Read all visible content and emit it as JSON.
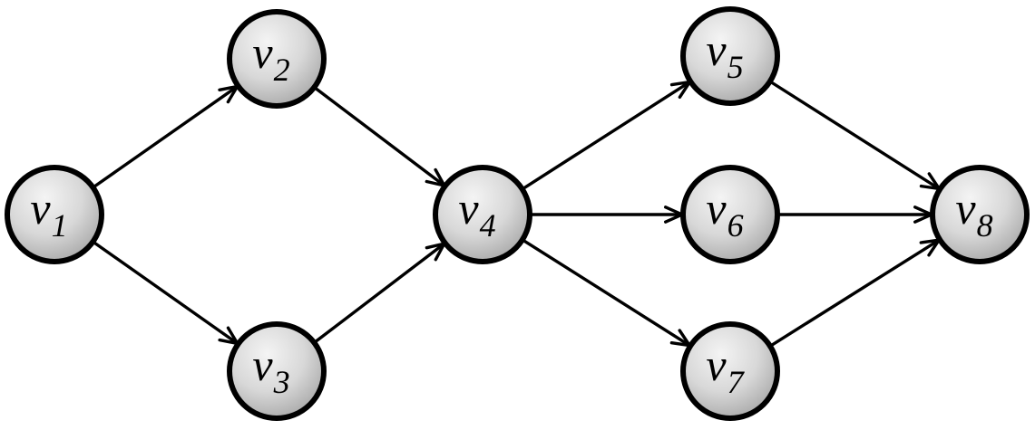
{
  "diagram": {
    "type": "directed-graph",
    "node_fill_light": "#f4f4f4",
    "node_fill_dark": "#a9a9a9",
    "stroke_color": "#000000",
    "nodes": [
      {
        "id": "v1",
        "var": "v",
        "sub": "1"
      },
      {
        "id": "v2",
        "var": "v",
        "sub": "2"
      },
      {
        "id": "v3",
        "var": "v",
        "sub": "3"
      },
      {
        "id": "v4",
        "var": "v",
        "sub": "4"
      },
      {
        "id": "v5",
        "var": "v",
        "sub": "5"
      },
      {
        "id": "v6",
        "var": "v",
        "sub": "6"
      },
      {
        "id": "v7",
        "var": "v",
        "sub": "7"
      },
      {
        "id": "v8",
        "var": "v",
        "sub": "8"
      }
    ],
    "edges": [
      {
        "from": "v1",
        "to": "v2"
      },
      {
        "from": "v1",
        "to": "v3"
      },
      {
        "from": "v2",
        "to": "v4"
      },
      {
        "from": "v3",
        "to": "v4"
      },
      {
        "from": "v4",
        "to": "v5"
      },
      {
        "from": "v4",
        "to": "v6"
      },
      {
        "from": "v4",
        "to": "v7"
      },
      {
        "from": "v5",
        "to": "v8"
      },
      {
        "from": "v6",
        "to": "v8"
      },
      {
        "from": "v7",
        "to": "v8"
      }
    ]
  }
}
